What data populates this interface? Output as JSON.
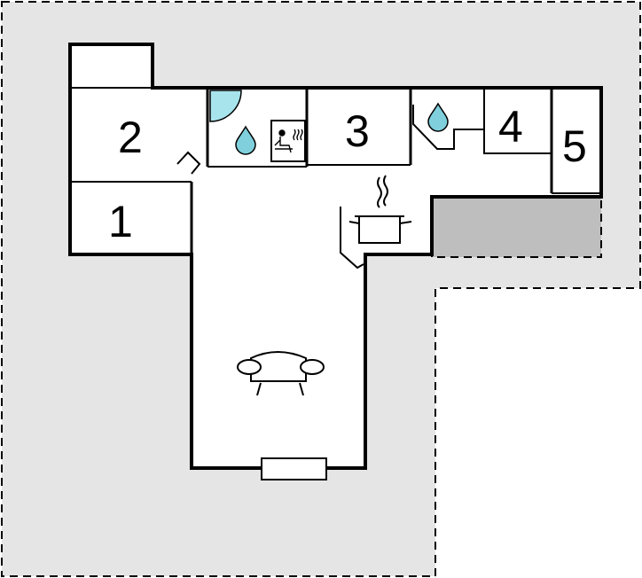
{
  "floorplan": {
    "rooms": [
      {
        "id": "1",
        "label": "1"
      },
      {
        "id": "2",
        "label": "2"
      },
      {
        "id": "3",
        "label": "3"
      },
      {
        "id": "4",
        "label": "4"
      },
      {
        "id": "5",
        "label": "5"
      }
    ],
    "icons": [
      "shower-icon",
      "water-drop-icon",
      "sauna-icon",
      "cooking-pot-icon",
      "sofa-icon",
      "window-icon"
    ],
    "colors": {
      "outdoor_terrace": "#e5e5e5",
      "covered_area": "#bebebe",
      "walls": "#000000",
      "shower": "#a8e4ec",
      "water": "#7fd0dc"
    }
  }
}
